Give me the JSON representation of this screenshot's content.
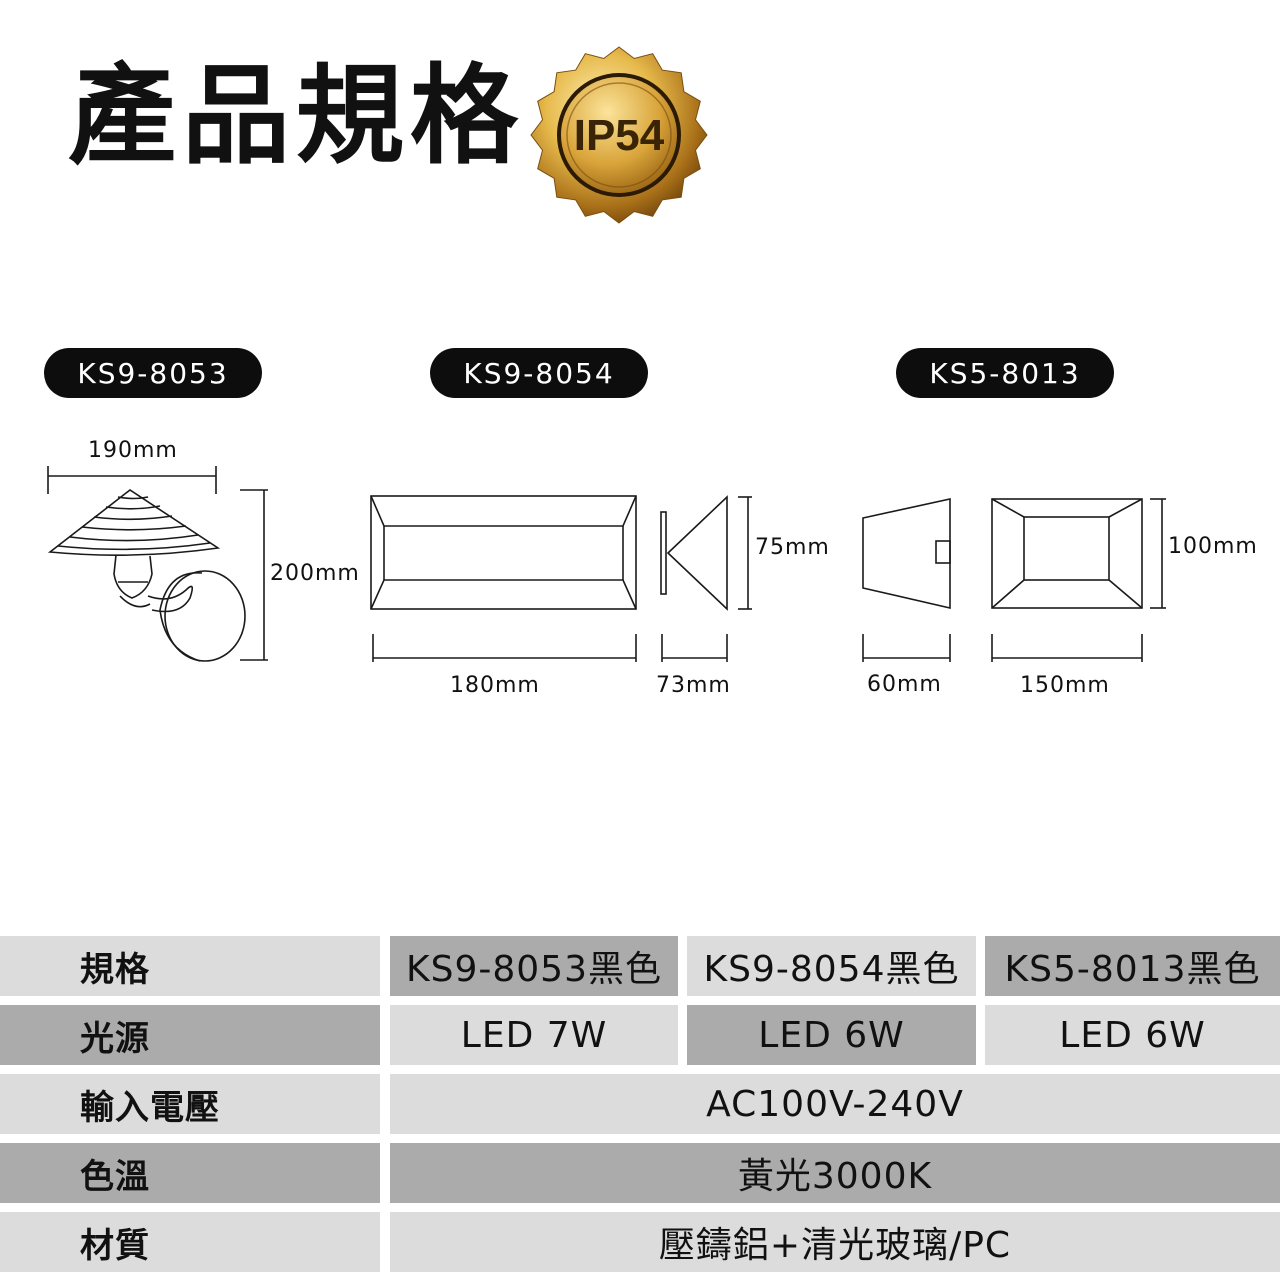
{
  "title": "產品規格",
  "badge": {
    "text": "IP54",
    "colors": {
      "gold_light": "#f6d77a",
      "gold_dark": "#8a5a12",
      "text": "#3a2406"
    }
  },
  "models": [
    {
      "name": "KS9-8053",
      "dims": {
        "width": "190mm",
        "height": "200mm"
      }
    },
    {
      "name": "KS9-8054",
      "dims": {
        "length": "180mm",
        "depth": "73mm",
        "height": "75mm"
      }
    },
    {
      "name": "KS5-8013",
      "dims": {
        "depth": "60mm",
        "width": "150mm",
        "height": "100mm"
      }
    }
  ],
  "spec_table": {
    "rows": [
      {
        "label": "規格",
        "cells": [
          "KS9-8053黑色",
          "KS9-8054黑色",
          "KS5-8013黑色"
        ]
      },
      {
        "label": "光源",
        "cells": [
          "LED 7W",
          "LED 6W",
          "LED 6W"
        ]
      },
      {
        "label": "輸入電壓",
        "cells": [
          "AC100V-240V"
        ]
      },
      {
        "label": "色溫",
        "cells": [
          "黃光3000K"
        ]
      },
      {
        "label": "材質",
        "cells": [
          "壓鑄鋁+清光玻璃/PC"
        ]
      }
    ]
  },
  "colors": {
    "row_light": "#dcdcdc",
    "row_dark": "#ababab",
    "pill_bg": "#0d0d0d"
  }
}
